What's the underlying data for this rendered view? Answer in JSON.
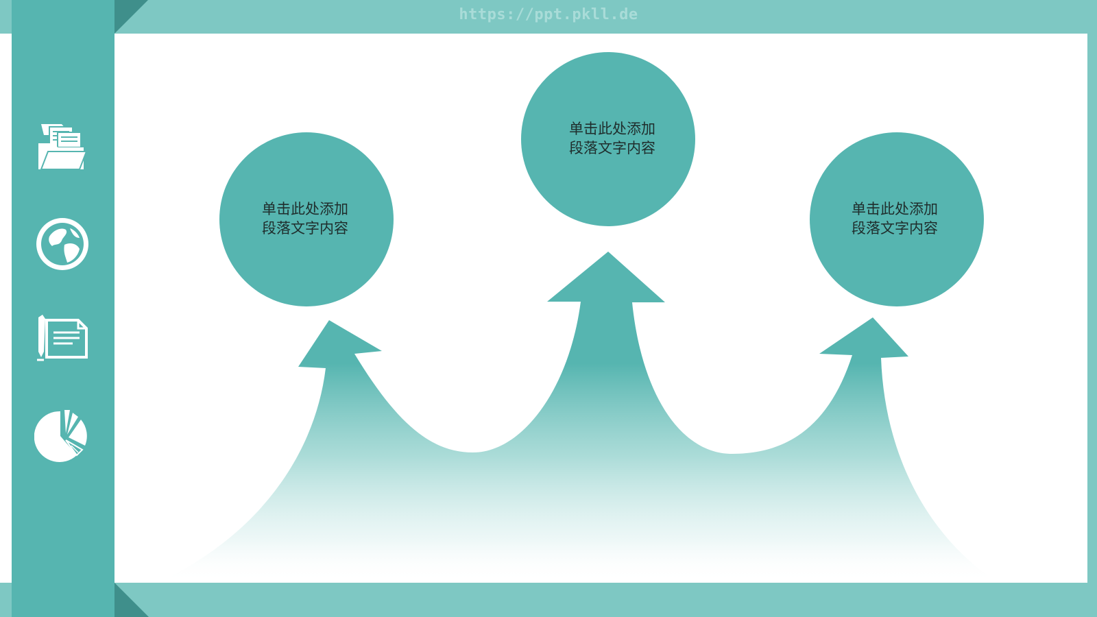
{
  "watermark": "https://ppt.pkll.de",
  "sidebar": {
    "icons": [
      "folder-documents-icon",
      "globe-icon",
      "document-pen-icon",
      "pie-chart-icon"
    ]
  },
  "diagram": {
    "nodes": [
      {
        "line1": "单击此处添加",
        "line2": "段落文字内容"
      },
      {
        "line1": "单击此处添加",
        "line2": "段落文字内容"
      },
      {
        "line1": "单击此处添加",
        "line2": "段落文字内容"
      }
    ]
  },
  "colors": {
    "band": "#7ec8c3",
    "sidebar": "#56b5b0",
    "fold": "#3f8f8b",
    "circle": "#56b5b0",
    "arrow": "#56b5b0",
    "watermark": "#a9dcd8"
  }
}
